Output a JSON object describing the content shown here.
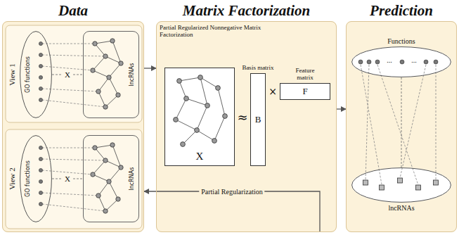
{
  "diagram": {
    "nodes": [
      {
        "text": [
          "Data"
        ]
      },
      {
        "text": [
          "GO functions"
        ],
        "in": 0
      },
      {
        "text": [
          "lncRNAs"
        ],
        "in": 0
      },
      {
        "text": [
          "GO functions"
        ],
        "in": 0
      },
      {
        "text": [
          "lncRNAs"
        ],
        "in": 0
      },
      {
        "text": [
          "Matrix Factorization"
        ]
      },
      {
        "text": [
          "X"
        ],
        "in": 5
      },
      {
        "text": [
          "Basis matrix",
          "B"
        ],
        "in": 5
      },
      {
        "text": [
          "Feature matrix",
          "F"
        ],
        "in": 5
      },
      {
        "text": [
          "Prediction"
        ]
      },
      {
        "text": [
          "Functions"
        ],
        "in": 9
      },
      {
        "text": [
          "lncRNAs"
        ],
        "in": 9
      }
    ],
    "edges": [
      {
        "from": 0,
        "to": 5,
        "arrow": "to"
      },
      {
        "from": 5,
        "to": 0,
        "arrow": "to",
        "label": "Partial Regularization"
      },
      {
        "from": 5,
        "to": 9,
        "arrow": "to"
      },
      {
        "from": 1,
        "to": 2,
        "arrow": "none",
        "label": "X"
      },
      {
        "from": 3,
        "to": 4,
        "arrow": "none",
        "label": "X"
      },
      {
        "from": 10,
        "to": 11,
        "arrow": "none"
      }
    ],
    "labels": [
      "View 1",
      "View 2",
      "Partial Regularized Nonnegative Matrix Factorization",
      "≈",
      "×",
      "...",
      "..."
    ]
  }
}
